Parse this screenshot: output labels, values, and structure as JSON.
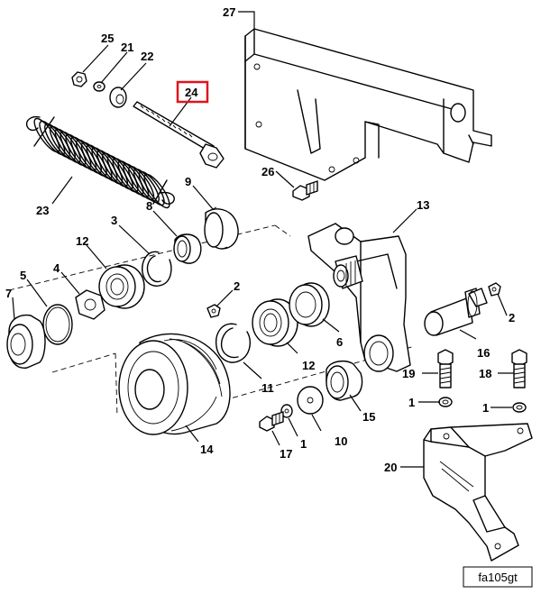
{
  "diagram": {
    "caption": "fa105gt",
    "highlighted_callout": "24",
    "highlight_color": "#e0141e",
    "callouts": {
      "c27": "27",
      "c25": "25",
      "c21": "21",
      "c22": "22",
      "c24": "24",
      "c23": "23",
      "c26": "26",
      "c9": "9",
      "c8": "8",
      "c3": "3",
      "c12a": "12",
      "c13": "13",
      "c5": "5",
      "c4": "4",
      "c7": "7",
      "c2a": "2",
      "c2b": "2",
      "c6": "6",
      "c16": "16",
      "c12b": "12",
      "c11": "11",
      "c19": "19",
      "c18": "18",
      "c1a": "1",
      "c1b": "1",
      "c15": "15",
      "c10": "10",
      "c1c": "1",
      "c17": "17",
      "c14": "14",
      "c20": "20"
    }
  }
}
